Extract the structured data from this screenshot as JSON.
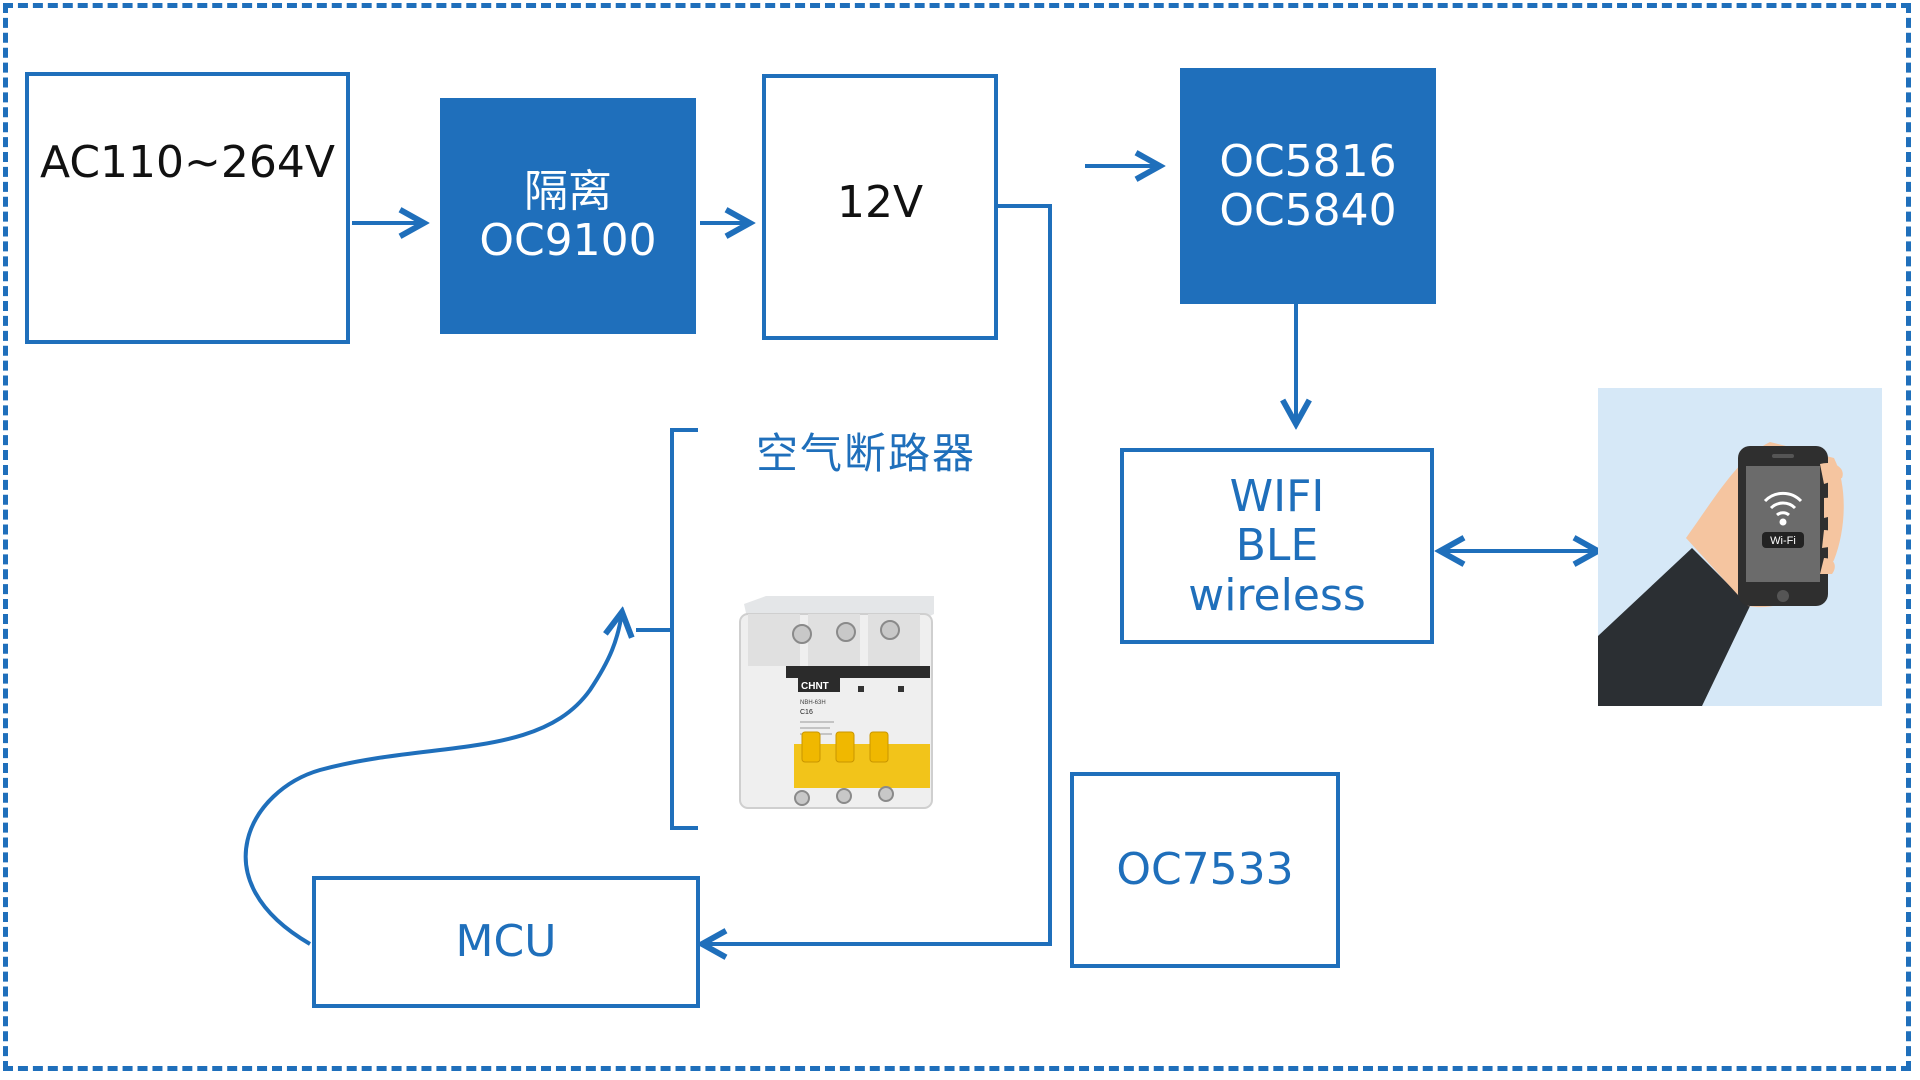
{
  "diagram": {
    "input_box": {
      "label": "AC110~264V"
    },
    "isolation_box": {
      "line1": "隔离",
      "line2": "OC9100"
    },
    "voltage_box": {
      "label": "12V"
    },
    "driver_box": {
      "line1": "OC5816",
      "line2": "OC5840"
    },
    "wireless_box": {
      "line1": "WIFI",
      "line2": "BLE",
      "line3": "wireless"
    },
    "breaker_label": "空气断路器",
    "breaker_device": {
      "brand": "CHNT",
      "model": "NBH-63H",
      "rating": "C16"
    },
    "mcu_box": {
      "label": "MCU"
    },
    "chip_box": {
      "label": "OC7533"
    },
    "phone": {
      "wifi_label": "Wi-Fi"
    }
  },
  "colors": {
    "accent": "#1f6fbb",
    "breaker_handle": "#f2c41a",
    "phone_bg": "#d6e8f7"
  }
}
